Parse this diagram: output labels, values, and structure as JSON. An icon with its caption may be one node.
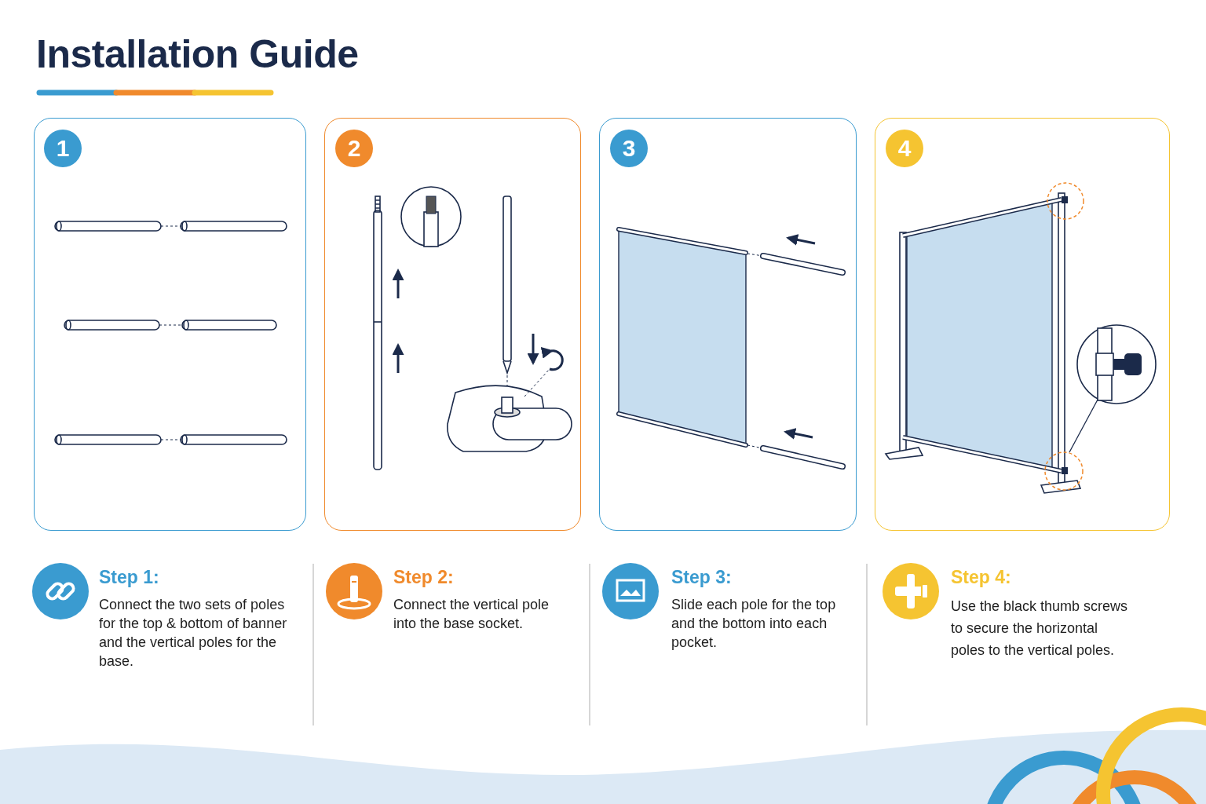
{
  "diagram": {
    "title": "Installation Guide",
    "nodes": [
      {
        "text": [
          "1"
        ]
      },
      {
        "text": [
          "2"
        ]
      },
      {
        "text": [
          "3"
        ]
      },
      {
        "text": [
          "4"
        ]
      }
    ],
    "labels": [
      "Step 1:",
      "Connect the two sets of poles for the top & bottom of banner and the vertical poles for the base.",
      "Step 2:",
      "Connect the vertical pole into the base socket.",
      "Step 3:",
      "Slide each pole for the top and the bottom into each pocket.",
      "Step 4:",
      "Use the black thumb screws to secure the horizontal poles to the vertical poles."
    ]
  }
}
